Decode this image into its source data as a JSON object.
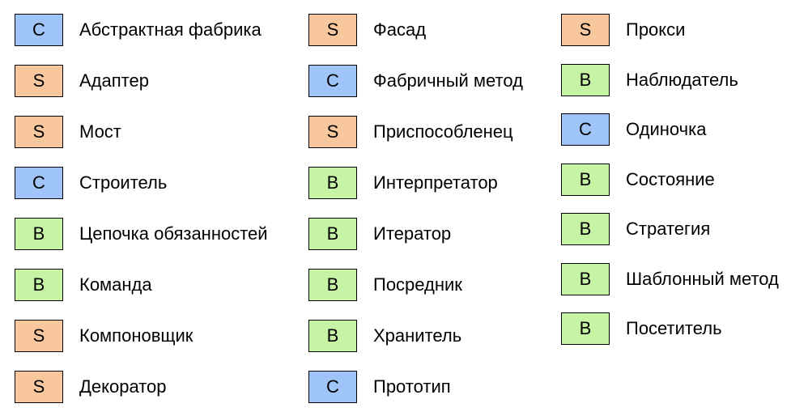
{
  "colors": {
    "C": "#9fc5f8",
    "S": "#f9c79e",
    "B": "#c6f3a4"
  },
  "columns": [
    {
      "items": [
        {
          "code": "C",
          "label": "Абстрактная фабрика"
        },
        {
          "code": "S",
          "label": "Адаптер"
        },
        {
          "code": "S",
          "label": "Мост"
        },
        {
          "code": "C",
          "label": "Строитель"
        },
        {
          "code": "B",
          "label": "Цепочка обязанностей"
        },
        {
          "code": "B",
          "label": "Команда"
        },
        {
          "code": "S",
          "label": "Компоновщик"
        },
        {
          "code": "S",
          "label": "Декоратор"
        }
      ]
    },
    {
      "items": [
        {
          "code": "S",
          "label": "Фасад"
        },
        {
          "code": "C",
          "label": "Фабричный метод"
        },
        {
          "code": "S",
          "label": "Приспособленец"
        },
        {
          "code": "B",
          "label": "Интерпретатор"
        },
        {
          "code": "B",
          "label": "Итератор"
        },
        {
          "code": "B",
          "label": "Посредник"
        },
        {
          "code": "B",
          "label": "Хранитель"
        },
        {
          "code": "C",
          "label": "Прототип"
        }
      ]
    },
    {
      "items": [
        {
          "code": "S",
          "label": "Прокси"
        },
        {
          "code": "B",
          "label": "Наблюдатель"
        },
        {
          "code": "C",
          "label": "Одиночка"
        },
        {
          "code": "B",
          "label": "Состояние"
        },
        {
          "code": "B",
          "label": "Стратегия"
        },
        {
          "code": "B",
          "label": "Шаблонный метод"
        },
        {
          "code": "B",
          "label": "Посетитель"
        }
      ]
    }
  ]
}
